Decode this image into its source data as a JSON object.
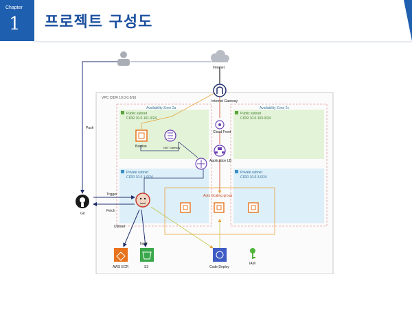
{
  "header": {
    "chapter_label": "Chapter",
    "chapter_number": "1",
    "title": "프로젝트 구성도"
  },
  "diagram": {
    "vpc_label": "VPC CIDR 10.0.0.0/16",
    "az_a": "Availability Zone 2a",
    "az_c": "Availability Zone 2c",
    "public_subnet_a": {
      "title": "Public subnet",
      "cidr": "CIDR 10.0.101.0/24"
    },
    "public_subnet_c": {
      "title": "Public subnet",
      "cidr": "CIDR 10.0.103.0/24"
    },
    "private_subnet_a": {
      "title": "Private subnet",
      "cidr": "CIDR 10.0.1.0/24"
    },
    "private_subnet_c": {
      "title": "Private subnet",
      "cidr": "CIDR 10.0.3.0/24"
    },
    "nodes": {
      "internet": "Internet",
      "internet_gateway": "Internet Gateway",
      "cloudfront": "Cloud Front",
      "bastion": "Bastion",
      "nat": "NAT Gateway",
      "alb": "Application LB",
      "asg": "Auto Scaling group",
      "github": "Git",
      "ecr": "AWS ECR",
      "s3": "S3",
      "codedeploy": "Code Deploy",
      "iam": "IAM"
    },
    "edges": {
      "push": "Push",
      "trigger": "Trigger",
      "fetch": "Fetch",
      "upload": "Upload",
      "build": "build"
    }
  },
  "colors": {
    "brand_blue": "#1f5fb0",
    "title_blue": "#1b4f9e",
    "public_green": "#e3f3d8",
    "private_blue": "#ddeff8",
    "ec2_orange": "#e8731c",
    "flow_orange": "#e8a23a",
    "flow_navy": "#1f2d6b"
  }
}
